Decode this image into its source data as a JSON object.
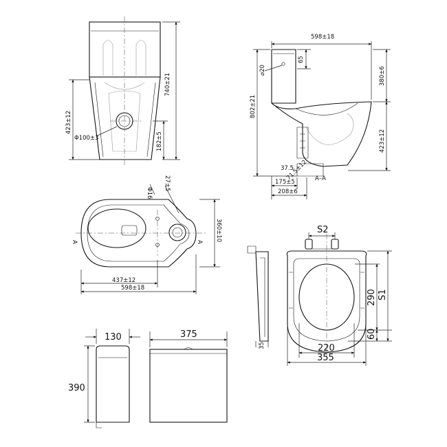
{
  "front_view": {
    "height_total": "740±21",
    "height_outlet": "423±12",
    "height_inlet": "182±5",
    "outlet_diameter": "Φ100±3"
  },
  "side_view": {
    "width_total": "598±18",
    "button_diameter": "⌀20",
    "tank_top": "65",
    "height_total": "802±21",
    "tank_height": "380±6",
    "bowl_height": "423±12",
    "outlet_height": "37.5",
    "outlet_offset": "71.5±12",
    "outlet_from_wall": "175±5",
    "floor_fixing": "208±6",
    "section_label": "A–A"
  },
  "top_view": {
    "hole_diameter": "Φ16",
    "hole_spacing": "27±5",
    "depth": "360±10",
    "fixing_distance": "437±12",
    "length_total": "598±18",
    "section_left": "A",
    "section_right": "A"
  },
  "seat_view": {
    "hinge_spacing": "S2",
    "length_total": "S1",
    "inner_length": "290",
    "front_offset": "60",
    "inner_width": "220",
    "outer_width": "355",
    "thickness": "35"
  },
  "cistern": {
    "depth": "130",
    "width": "375",
    "height": "390"
  }
}
